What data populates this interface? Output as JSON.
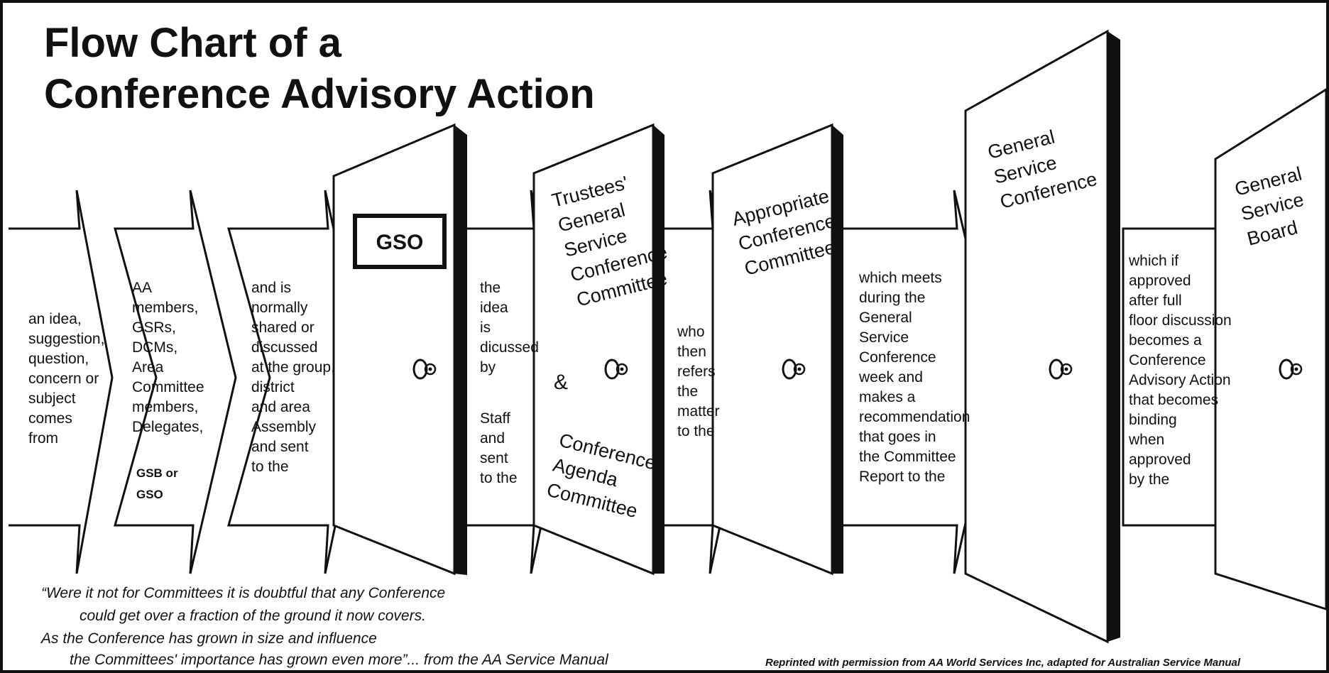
{
  "title": {
    "line1": "Flow Chart of a",
    "line2": "Conference Advisory Action"
  },
  "arrows": [
    {
      "lines": [
        "an idea,",
        "suggestion,",
        "question,",
        "concern or",
        "subject",
        "comes",
        "from"
      ]
    },
    {
      "lines": [
        "AA",
        "members,",
        "GSRs,",
        "DCMs,",
        "Area",
        "Committee",
        "members,",
        "Delegates,"
      ],
      "extra": [
        "GSB or",
        "GSO"
      ]
    },
    {
      "lines": [
        "and is",
        "normally",
        "shared or",
        "discussed",
        "at the group,",
        "district",
        "and area",
        "Assembly",
        "and sent",
        "to the"
      ]
    },
    {
      "lines": [
        "the",
        "idea",
        "is",
        "dicussed",
        "by",
        "",
        "Staff",
        "and",
        "sent",
        "to the"
      ]
    },
    {
      "lines": [
        "who",
        "then",
        "refers",
        "the",
        "matter",
        "to the"
      ]
    },
    {
      "lines": [
        "which meets",
        "during the",
        "General",
        "Service",
        "Conference",
        "week and",
        "makes a",
        "recommendation",
        "that goes in",
        "the Committee",
        "Report to the"
      ]
    },
    {
      "lines": [
        "which if",
        "approved",
        "after full",
        "floor discussion",
        "becomes a",
        "Conference",
        "Advisory Action",
        "that becomes",
        "binding",
        "when",
        "approved",
        "by the"
      ]
    }
  ],
  "doors": [
    {
      "name": "gso",
      "box_label": "GSO"
    },
    {
      "name": "trustees",
      "lines_top": [
        "Trustees'",
        "General",
        "Service",
        "Conference",
        "Committee"
      ],
      "amp": "&",
      "lines_bottom": [
        "Conference",
        "Agenda",
        "Committee"
      ]
    },
    {
      "name": "appropriate",
      "lines": [
        "Appropriate",
        "Conference",
        "Committee"
      ]
    },
    {
      "name": "gsc",
      "lines": [
        "General",
        "Service",
        "Conference"
      ]
    },
    {
      "name": "gsb",
      "lines": [
        "General",
        "Service",
        "Board"
      ]
    }
  ],
  "quote": {
    "lines": [
      "“Were it not for Committees it is doubtful that any Conference",
      "could get over a fraction of the ground it now covers.",
      "As the Conference has grown in size and influence",
      "the Committees' importance has grown even more”... from the AA Service Manual"
    ]
  },
  "credit": "Reprinted with permission from AA World Services Inc, adapted for Australian Service Manual"
}
